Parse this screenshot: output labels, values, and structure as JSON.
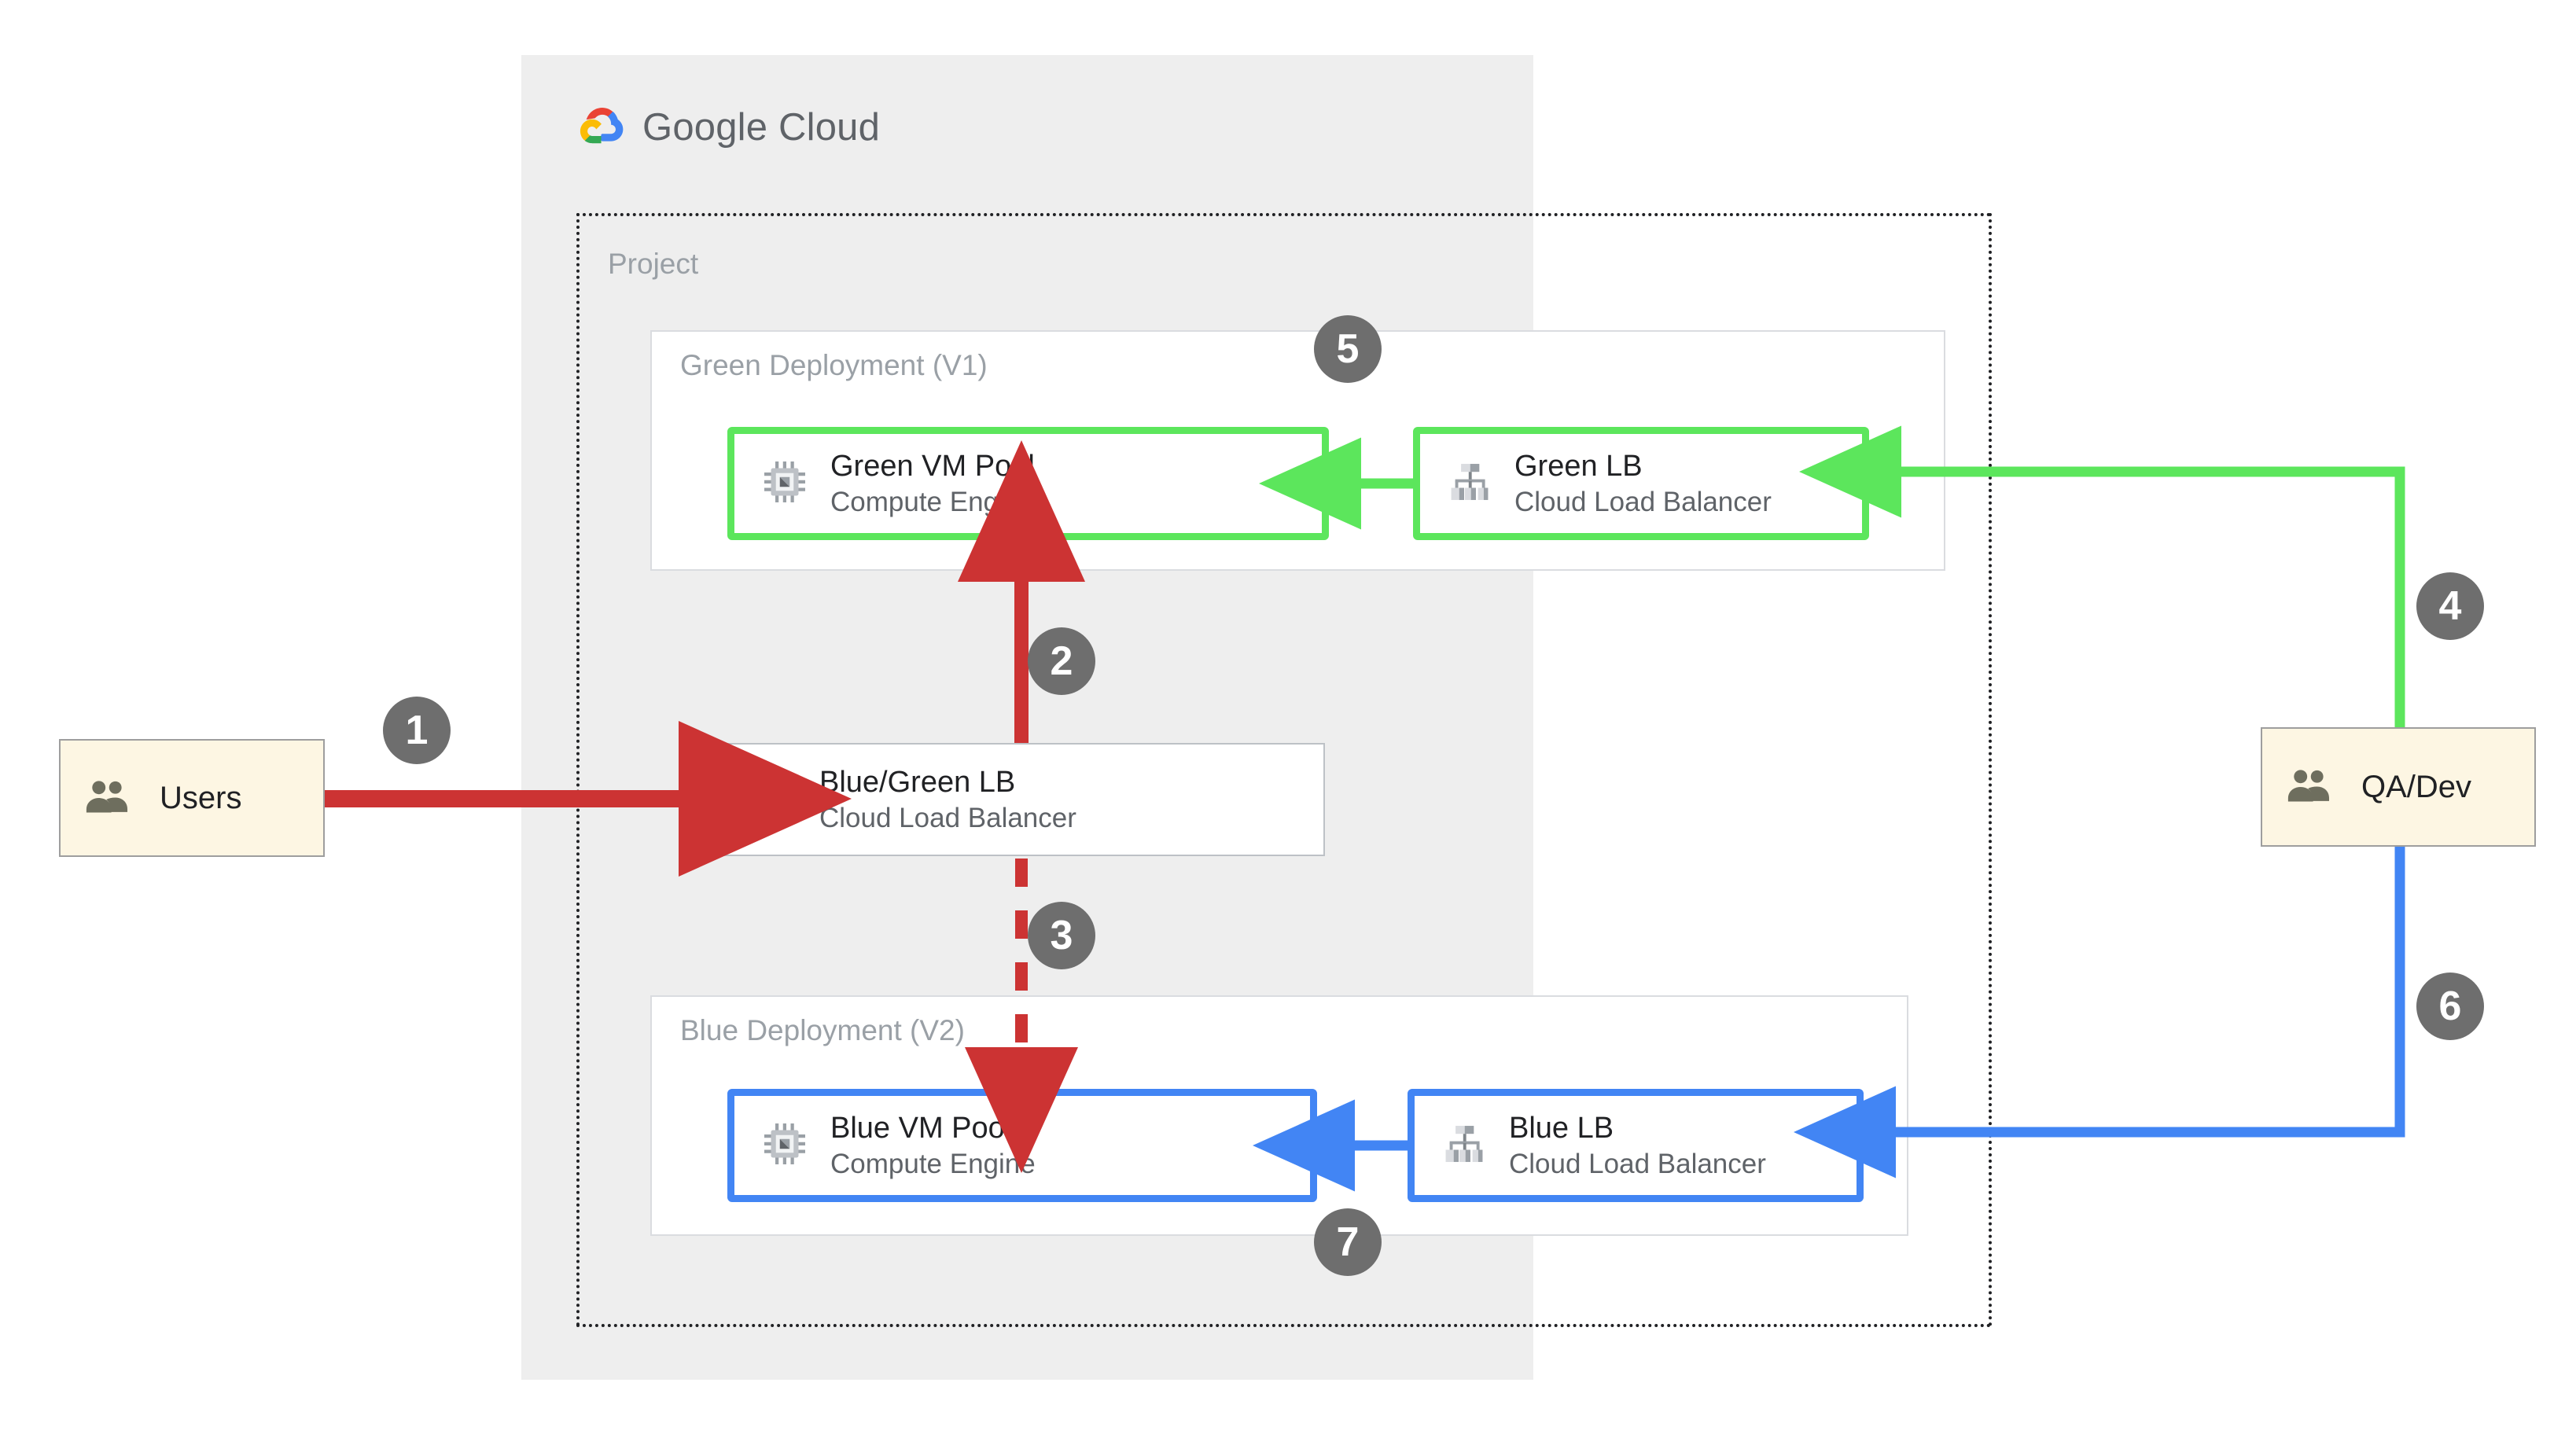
{
  "brand": {
    "logo_icon": "google-cloud-logo-icon",
    "name_bold": "Google",
    "name_light": "Cloud",
    "colors": {
      "red": "#EA4335",
      "yellow": "#FBBC05",
      "green": "#34A853",
      "blue": "#4285F4",
      "flow_red": "#CC3333",
      "flow_green": "#5CE65C",
      "flow_blue": "#4285F4",
      "badge_gray": "#6E6E6E",
      "panel_gray": "#EEEEEE",
      "actor_cream": "#FDF6E3"
    }
  },
  "project": {
    "label": "Project"
  },
  "groups": {
    "green": {
      "title": "Green Deployment (V1)"
    },
    "blue": {
      "title": "Blue Deployment (V2)"
    }
  },
  "nodes": {
    "green_vm": {
      "title": "Green VM Pool",
      "subtitle": "Compute Engine",
      "icon": "cpu-chip-icon"
    },
    "green_lb": {
      "title": "Green LB",
      "subtitle": "Cloud Load Balancer",
      "icon": "load-balancer-icon"
    },
    "bluegreen_lb": {
      "title": "Blue/Green LB",
      "subtitle": "Cloud Load Balancer",
      "icon": "load-balancer-icon"
    },
    "blue_vm": {
      "title": "Blue VM Pool",
      "subtitle": "Compute Engine",
      "icon": "cpu-chip-icon"
    },
    "blue_lb": {
      "title": "Blue LB",
      "subtitle": "Cloud Load Balancer",
      "icon": "load-balancer-icon"
    }
  },
  "actors": {
    "users": {
      "label": "Users",
      "icon": "people-icon"
    },
    "qadev": {
      "label": "QA/Dev",
      "icon": "people-icon"
    }
  },
  "steps": [
    {
      "number": "1"
    },
    {
      "number": "2"
    },
    {
      "number": "3"
    },
    {
      "number": "4"
    },
    {
      "number": "5"
    },
    {
      "number": "6"
    },
    {
      "number": "7"
    }
  ]
}
